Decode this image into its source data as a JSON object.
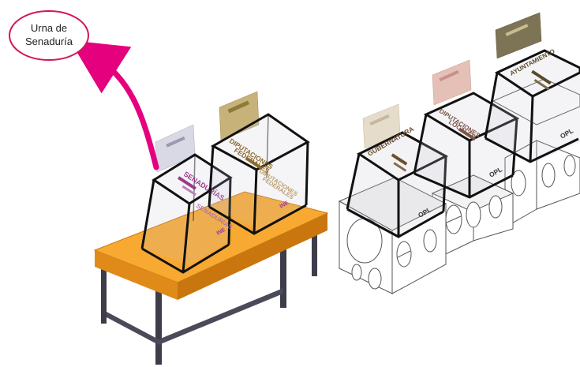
{
  "callout": {
    "line1": "Urna de",
    "line2": "Senaduría"
  },
  "urns": {
    "senado": {
      "label": "SENADURÍAS",
      "ballot_label": "SENADURÍAS",
      "base_mark": "INE"
    },
    "dip_fed": {
      "label_line1": "DIPUTACIONES",
      "label_line2": "FEDERALES",
      "ballot_line1": "DIPUTACIONES",
      "ballot_line2": "FEDERALES",
      "base_mark": "INE"
    },
    "gubernatura": {
      "label": "GUBERNATURA",
      "base_mark": "OPL"
    },
    "dip_loc": {
      "label_line1": "DIPUTACIONES",
      "label_line2": "LOCALES",
      "base_mark": "OPL"
    },
    "ayuntamiento": {
      "label": "AYUNTAMIENTO",
      "base_mark": "OPL"
    }
  },
  "colors": {
    "callout_border": "#d4145a",
    "arrow": "#e5007e",
    "senado_accent": "#9b3b8c",
    "dip_fed_accent": "#8c6a2a",
    "gubernatura_accent": "#6b4e2e",
    "dip_loc_accent": "#7a5548",
    "ayuntamiento_accent": "#5a4a2a",
    "table_top": "#f7a932",
    "table_front": "#e08a1a",
    "table_legs": "#3d3d4a"
  }
}
